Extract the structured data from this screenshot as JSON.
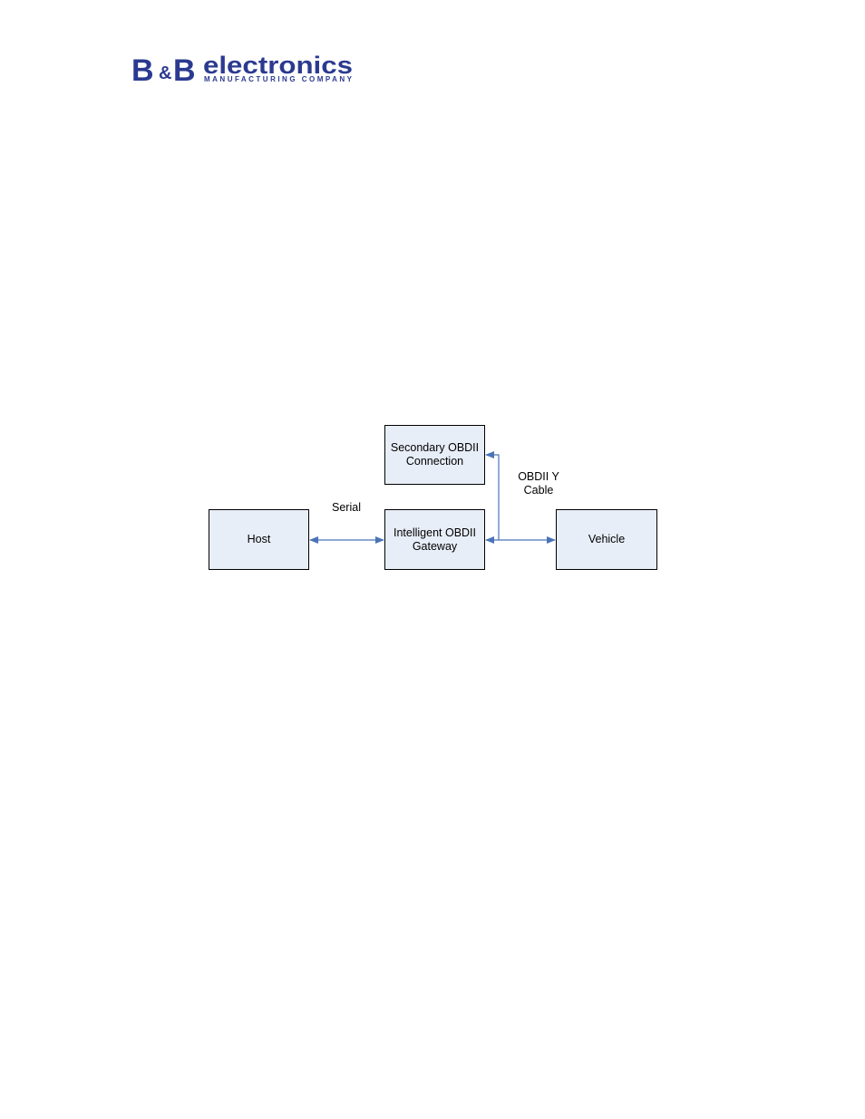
{
  "logo": {
    "brand_left": "B",
    "brand_amp": "&",
    "brand_right": "B",
    "brand_word": "electronics",
    "tagline": "MANUFACTURING COMPANY",
    "color": "#2b3a8f"
  },
  "diagram": {
    "nodes": {
      "secondary": "Secondary OBDII\nConnection",
      "host": "Host",
      "gateway": "Intelligent OBDII\nGateway",
      "vehicle": "Vehicle"
    },
    "edges": {
      "serial_label": "Serial",
      "obd_label": "OBDII Y\nCable"
    },
    "colors": {
      "box_fill": "#e8eef8",
      "arrow": "#4a73b6"
    }
  }
}
